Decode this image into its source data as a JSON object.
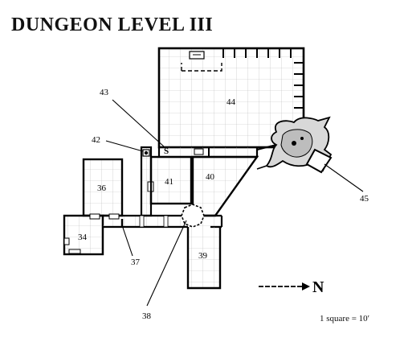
{
  "map": {
    "title": "DUNGEON LEVEL III",
    "scale_note": "1 square = 10′",
    "compass_label": "N",
    "secret_door_mark": "S",
    "room_labels": {
      "r34": "34",
      "r36": "36",
      "r39": "39",
      "r40": "40",
      "r41": "41",
      "r44": "44",
      "r45": "45"
    },
    "callout_labels": {
      "c37": "37",
      "c38": "38",
      "c42": "42",
      "c43": "43"
    }
  }
}
